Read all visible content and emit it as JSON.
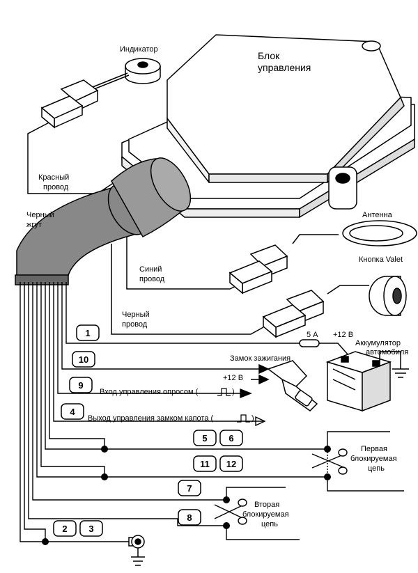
{
  "labels": {
    "control_unit_1": "Блок",
    "control_unit_2": "управления",
    "indicator": "Индикатор",
    "red_wire_1": "Красный",
    "red_wire_2": "провод",
    "black_harness_1": "Черный",
    "black_harness_2": "жгут",
    "antenna": "Антенна",
    "valet_button": "Кнопка Valet",
    "blue_wire_1": "Синий",
    "blue_wire_2": "провод",
    "black_wire_1": "Черный",
    "black_wire_2": "провод",
    "fuse": "5 А",
    "plus12_battery": "+12 В",
    "battery_1": "Аккумулятор",
    "battery_2": "автомобиля",
    "ignition": "Замок зажигания",
    "plus12_ignition": "+12 В",
    "poll_input": "Вход управления опросом (",
    "poll_input_end": ")",
    "hood_output": "Выход управления замком капота (",
    "hood_output_end": ")",
    "circuit1_1": "Первая",
    "circuit1_2": "блокируемая",
    "circuit1_3": "цепь",
    "circuit2_1": "Вторая",
    "circuit2_2": "блокируемая",
    "circuit2_3": "цепь"
  },
  "pins": [
    "1",
    "10",
    "9",
    "4",
    "5",
    "6",
    "11",
    "12",
    "7",
    "8",
    "2",
    "3"
  ]
}
